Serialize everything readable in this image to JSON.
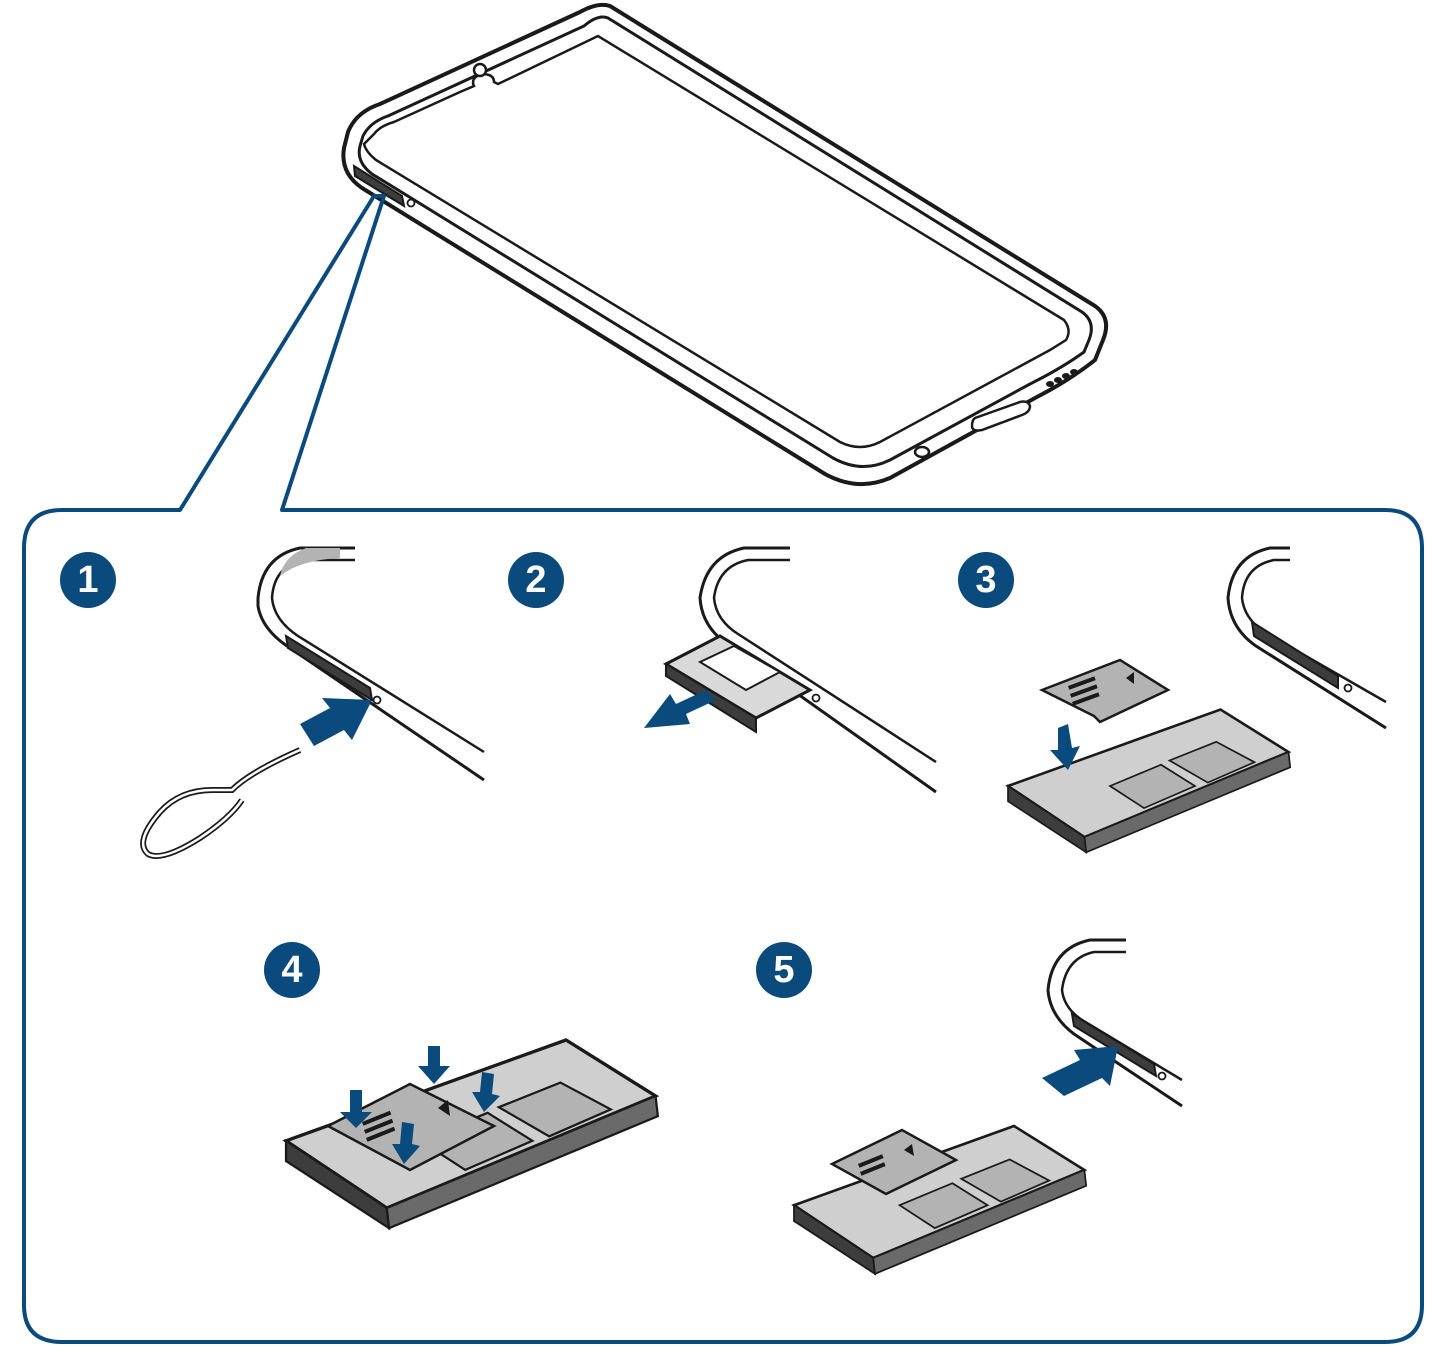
{
  "colors": {
    "accent_blue": "#0b4a7d",
    "outline": "#1a1a1a",
    "tray_dark": "#3d3d3d",
    "card_gray": "#b3b3b3",
    "background": "#ffffff"
  },
  "steps": [
    {
      "number": "1",
      "icons": [
        "ejection-pin-icon",
        "insert-arrow-icon"
      ]
    },
    {
      "number": "2",
      "icons": [
        "pull-out-arrow-icon",
        "sim-tray-icon"
      ]
    },
    {
      "number": "3",
      "icons": [
        "memory-card-icon",
        "sim-card-icon",
        "down-arrow-icon"
      ]
    },
    {
      "number": "4",
      "icons": [
        "press-down-arrow-icon",
        "memory-card-icon"
      ]
    },
    {
      "number": "5",
      "icons": [
        "push-in-arrow-icon",
        "sim-tray-icon"
      ]
    }
  ]
}
